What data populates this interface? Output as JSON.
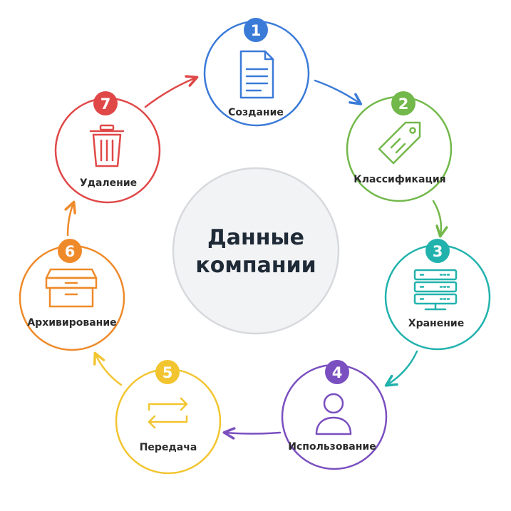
{
  "center": {
    "line1": "Данные",
    "line2": "компании"
  },
  "steps": [
    {
      "number": "1",
      "label": "Создание",
      "icon": "document-icon",
      "color": "#3b7bd8"
    },
    {
      "number": "2",
      "label": "Классификация",
      "icon": "tag-icon",
      "color": "#72b84a"
    },
    {
      "number": "3",
      "label": "Хранение",
      "icon": "server-icon",
      "color": "#22b2ad"
    },
    {
      "number": "4",
      "label": "Использование",
      "icon": "user-icon",
      "color": "#7a4fc0"
    },
    {
      "number": "5",
      "label": "Передача",
      "icon": "transfer-arrows-icon",
      "color": "#f2c530"
    },
    {
      "number": "6",
      "label": "Архивирование",
      "icon": "archive-box-icon",
      "color": "#ef8a2a"
    },
    {
      "number": "7",
      "label": "Удаление",
      "icon": "trash-icon",
      "color": "#e04848"
    }
  ]
}
